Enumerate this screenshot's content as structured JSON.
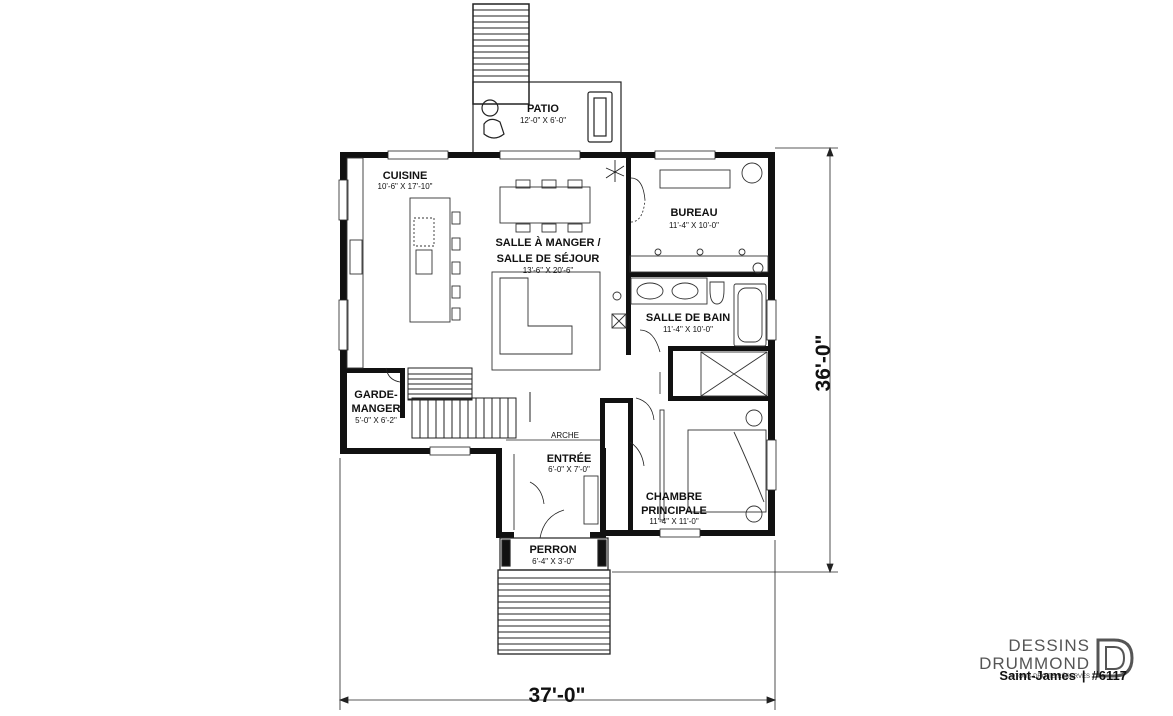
{
  "rooms": {
    "patio": {
      "name": "PATIO",
      "dim": "12'-0\" X 6'-0\""
    },
    "cuisine": {
      "name": "CUISINE",
      "dim": "10'-6\" X 17'-10\""
    },
    "salle_manger_1": "SALLE À MANGER /",
    "salle_manger_2": "SALLE DE SÉJOUR",
    "salle_manger_dim": "13'-6\" X 20'-6\"",
    "bureau": {
      "name": "BUREAU",
      "dim": "11'-4\" X 10'-0\""
    },
    "salle_bain": {
      "name": "SALLE DE BAIN",
      "dim": "11'-4\" X 10'-0\""
    },
    "garde_1": "GARDE-",
    "garde_2": "MANGER",
    "garde_dim": "5'-0\" X 6'-2\"",
    "arche": "ARCHE",
    "entree": {
      "name": "ENTRÉE",
      "dim": "6'-0\" X 7'-0\""
    },
    "chambre_1": "CHAMBRE",
    "chambre_2": "PRINCIPALE",
    "chambre_dim": "11'-4\" X 11'-0\"",
    "perron": {
      "name": "PERRON",
      "dim": "6'-4\" X 3'-0\""
    }
  },
  "dimensions": {
    "width": "37'-0\"",
    "depth": "36'-0\""
  },
  "brand": {
    "line1": "DESSINS",
    "line2": "DRUMMOND",
    "rights": "©TOUS DROITS RÉSERVÉS"
  },
  "caption": {
    "model": "Saint-James",
    "separator": "|",
    "number": "#6117"
  }
}
